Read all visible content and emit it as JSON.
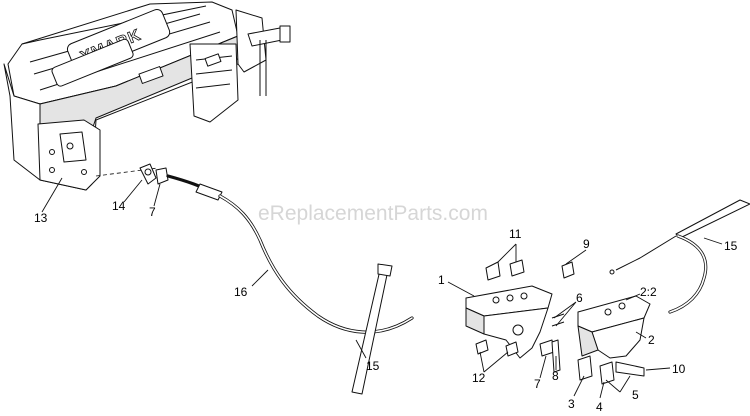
{
  "watermark": "eReplacementParts.com",
  "logo_text": "XMARK",
  "callouts": [
    {
      "id": "13",
      "label": "13"
    },
    {
      "id": "14",
      "label": "14"
    },
    {
      "id": "7a",
      "label": "7"
    },
    {
      "id": "16",
      "label": "16"
    },
    {
      "id": "15a",
      "label": "15"
    },
    {
      "id": "11",
      "label": "11"
    },
    {
      "id": "9",
      "label": "9"
    },
    {
      "id": "15b",
      "label": "15"
    },
    {
      "id": "1",
      "label": "1"
    },
    {
      "id": "6",
      "label": "6"
    },
    {
      "id": "2-2",
      "label": "2:2"
    },
    {
      "id": "2",
      "label": "2"
    },
    {
      "id": "10",
      "label": "10"
    },
    {
      "id": "12",
      "label": "12"
    },
    {
      "id": "7b",
      "label": "7"
    },
    {
      "id": "8",
      "label": "8"
    },
    {
      "id": "3",
      "label": "3"
    },
    {
      "id": "4",
      "label": "4"
    },
    {
      "id": "5",
      "label": "5"
    }
  ]
}
